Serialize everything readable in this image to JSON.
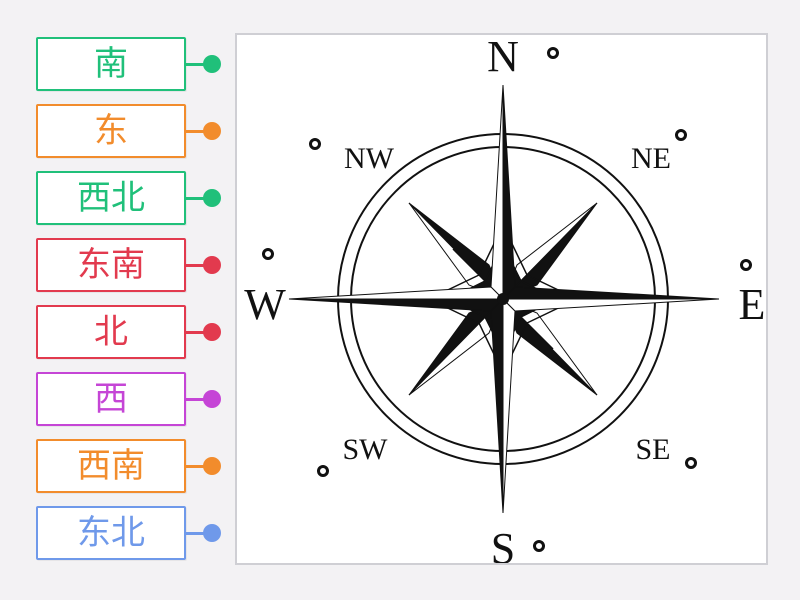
{
  "labels": [
    {
      "text": "南",
      "color": "#20c07a"
    },
    {
      "text": "东",
      "color": "#f28c2c"
    },
    {
      "text": "西北",
      "color": "#20c07a"
    },
    {
      "text": "东南",
      "color": "#e23a4e"
    },
    {
      "text": "北",
      "color": "#e23a4e"
    },
    {
      "text": "西",
      "color": "#c545d6"
    },
    {
      "text": "西南",
      "color": "#f28c2c"
    },
    {
      "text": "东北",
      "color": "#6f99ea"
    }
  ],
  "compass": {
    "north": "N",
    "south": "S",
    "east": "E",
    "west": "W",
    "northeast": "NE",
    "northwest": "NW",
    "southeast": "SE",
    "southwest": "SW"
  }
}
